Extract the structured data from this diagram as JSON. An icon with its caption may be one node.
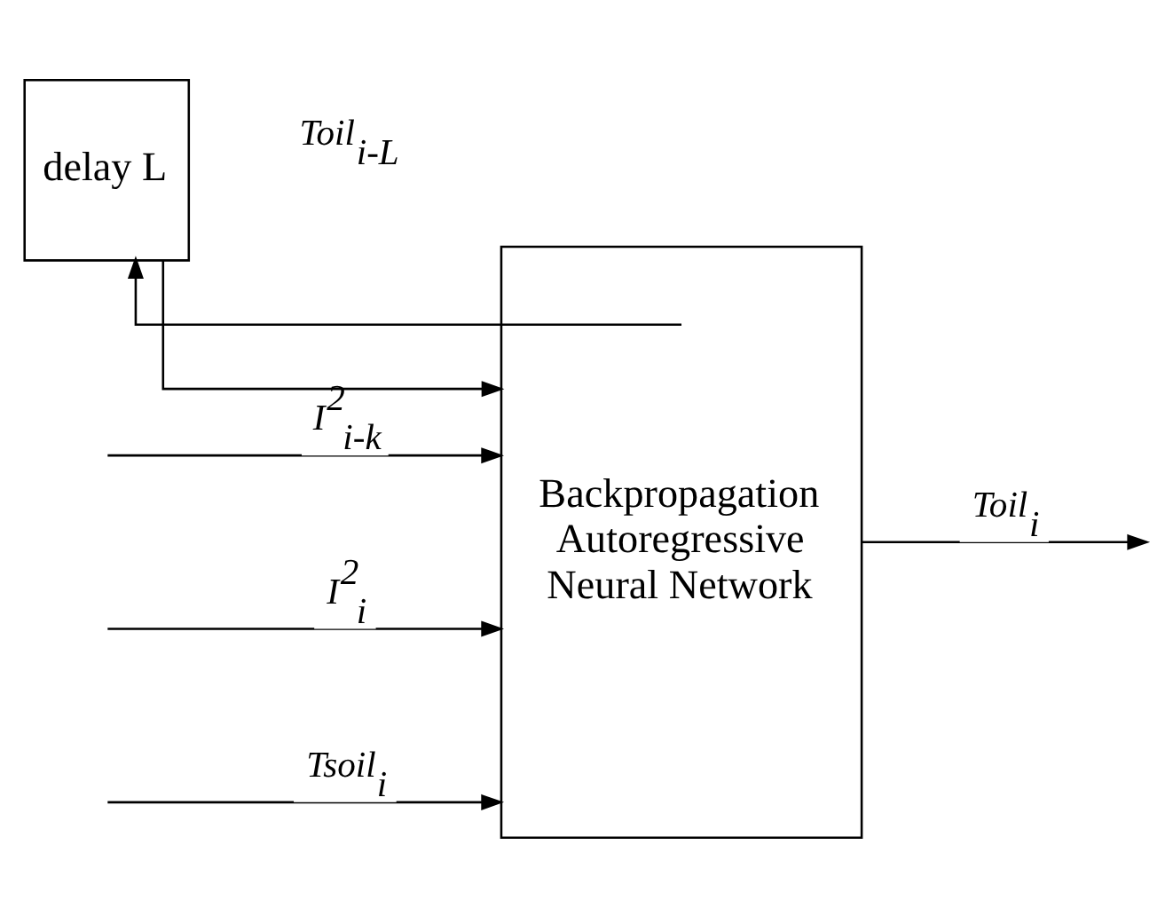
{
  "diagram": {
    "nodes": [
      {
        "text": [
          "delay L"
        ]
      },
      {
        "text": [
          "Backpropagation Autoregressive Neural Network"
        ]
      }
    ],
    "edges": [
      {
        "from": null,
        "to": 1,
        "arrow": "to",
        "label": "I$^{2}$$_{i-k}$"
      },
      {
        "from": null,
        "to": 1,
        "arrow": "to",
        "label": "I$^{2}$$_{i}$"
      },
      {
        "from": 0,
        "to": 1,
        "arrow": "to",
        "label": "Toil$_{i-L}$"
      },
      {
        "from": null,
        "to": 1,
        "arrow": "to",
        "label": "Tsoil$_{i}$"
      },
      {
        "from": 1,
        "to": null,
        "arrow": "to",
        "label": "Toil$_{i}$"
      },
      {
        "from": 1,
        "to": 0,
        "arrow": "to"
      }
    ]
  }
}
